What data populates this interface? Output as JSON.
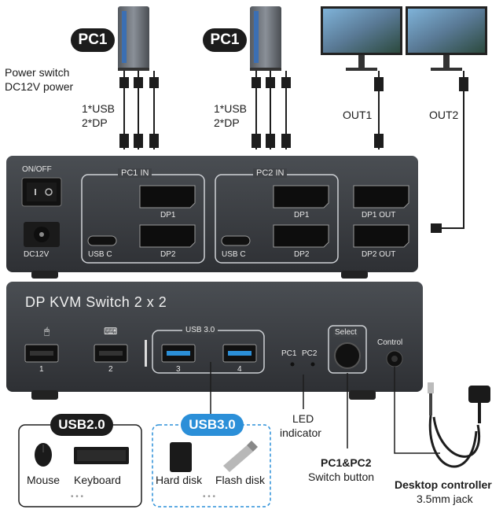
{
  "top": {
    "pc1_left": "PC1",
    "pc1_right": "PC1",
    "power_label_line1": "Power switch",
    "power_label_line2": "DC12V power",
    "cable_left_line1": "1*USB",
    "cable_left_line2": "2*DP",
    "cable_right_line1": "1*USB",
    "cable_right_line2": "2*DP",
    "out1": "OUT1",
    "out2": "OUT2"
  },
  "rear_panel": {
    "on_off": "ON/OFF",
    "dc12v": "DC12V",
    "pc1_in": "PC1 IN",
    "pc2_in": "PC2 IN",
    "usb_c_1": "USB C",
    "usb_c_2": "USB C",
    "dp1_a": "DP1",
    "dp2_a": "DP2",
    "dp1_b": "DP1",
    "dp2_b": "DP2",
    "dp1_out": "DP1 OUT",
    "dp2_out": "DP2 OUT"
  },
  "front_panel": {
    "title": "DP KVM Switch 2 x 2",
    "usb30_header": "USB 3.0",
    "port1": "1",
    "port2": "2",
    "port3": "3",
    "port4": "4",
    "pc1_led": "PC1",
    "pc2_led": "PC2",
    "select": "Select",
    "control": "Control"
  },
  "bottom": {
    "usb20_badge": "USB2.0",
    "usb30_badge": "USB3.0",
    "mouse": "Mouse",
    "keyboard": "Keyboard",
    "hard_disk": "Hard disk",
    "flash_disk": "Flash disk",
    "dots_left": "• • •",
    "dots_right": "• • •",
    "led_line1": "LED",
    "led_line2": "indicator",
    "switch_line1": "PC1&PC2",
    "switch_line2": "Switch button",
    "controller_line1": "Desktop controller",
    "controller_line2": "3.5mm jack"
  },
  "colors": {
    "panel": "#3a3d41",
    "panel_dark": "#2a2c2f",
    "usb3_blue": "#2b8fd8",
    "badge_dark": "#1c1c1c"
  }
}
